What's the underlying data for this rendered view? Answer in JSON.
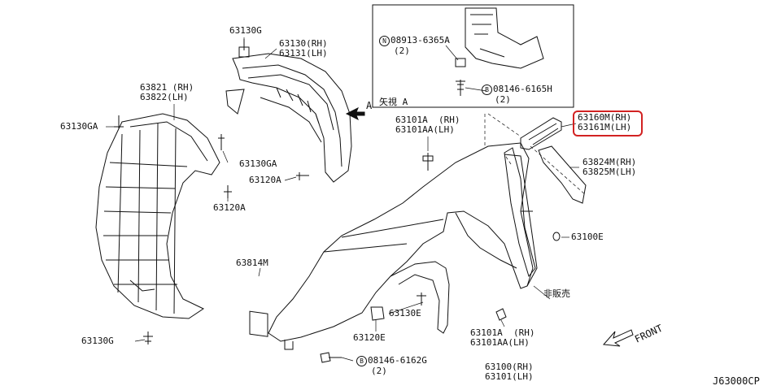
{
  "diagram_code": "J63000CP",
  "front_label": "FRONT",
  "highlight_color": "#d22222",
  "inset": {
    "view_label": "矢視 A",
    "ref_a": "A",
    "bolt_n": {
      "circle": "N",
      "code": "08913-6365A",
      "qty": "(2)"
    },
    "bolt_b": {
      "circle": "B",
      "code": "08146-6165H",
      "qty": "(2)"
    }
  },
  "parts": {
    "p63130G_top": "63130G",
    "p63130_rh": "63130(RH)",
    "p63131_lh": "63131(LH)",
    "p63821_rh": "63821 (RH)",
    "p63822_lh": "63822(LH)",
    "p63130GA_left": "63130GA",
    "p63130GA_mid": "63130GA",
    "p63120A_mid": "63120A",
    "p63120A_left": "63120A",
    "p63101A_top_rh": "63101A  (RH)",
    "p63101AA_top_lh": "63101AA(LH)",
    "p63160M_rh": "63160M(RH)",
    "p63161M_lh": "63161M(LH)",
    "p63824M_rh": "63824M(RH)",
    "p63825M_lh": "63825M(LH)",
    "p63100E": "63100E",
    "p63814M": "63814M",
    "non_sale": "非販売",
    "p63130E": "63130E",
    "p63120E": "63120E",
    "p63101A_bot_rh": "63101A  (RH)",
    "p63101AA_bot_lh": "63101AA(LH)",
    "p63100_rh": "63100(RH)",
    "p63101_lh": "63101(LH)",
    "p63130G_bottom": "63130G",
    "bolt_bottom": {
      "circle": "B",
      "code": "08146-6162G",
      "qty": "(2)"
    }
  }
}
